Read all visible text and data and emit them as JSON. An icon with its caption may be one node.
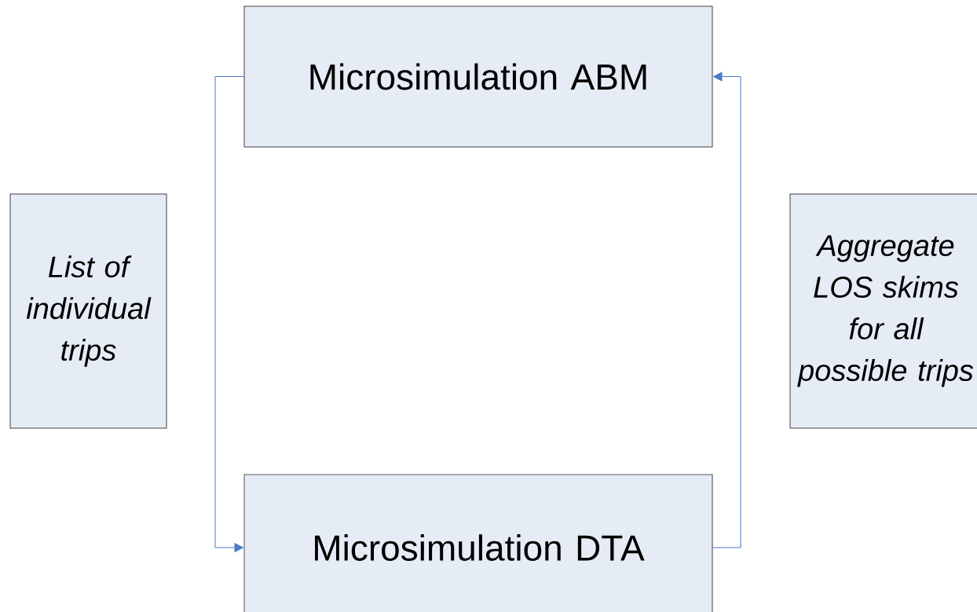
{
  "diagram": {
    "nodes": [
      {
        "text": [
          "Microsimulation ABM"
        ]
      },
      {
        "text": [
          "List of individual trips"
        ]
      },
      {
        "text": [
          "Aggregate LOS skims for all possible trips"
        ]
      },
      {
        "text": [
          "Microsimulation DTA"
        ]
      }
    ],
    "edges": [
      {
        "from": 0,
        "to": 3,
        "arrow": "to"
      },
      {
        "from": 3,
        "to": 0,
        "arrow": "to"
      }
    ]
  }
}
